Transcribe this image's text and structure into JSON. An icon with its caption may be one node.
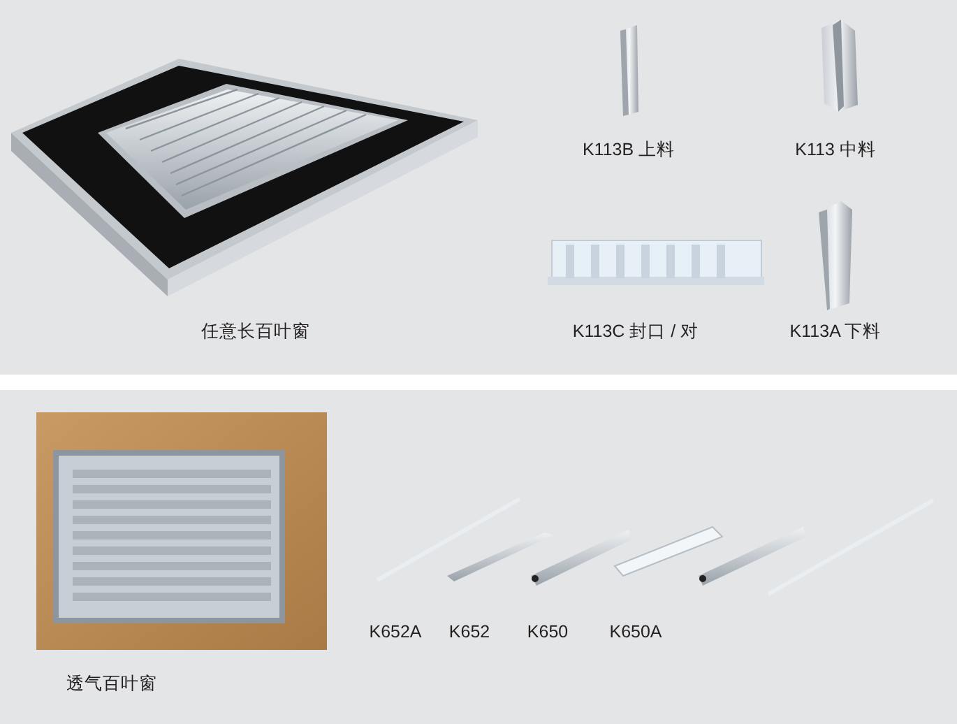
{
  "diagram": {
    "labels": [
      "K113B 上料",
      "K113 中料",
      "任意长百叶窗",
      "K113C 封口 / 对",
      "K113A 下料",
      "K652A",
      "K652",
      "K650",
      "K650A",
      "透气百叶窗"
    ]
  }
}
